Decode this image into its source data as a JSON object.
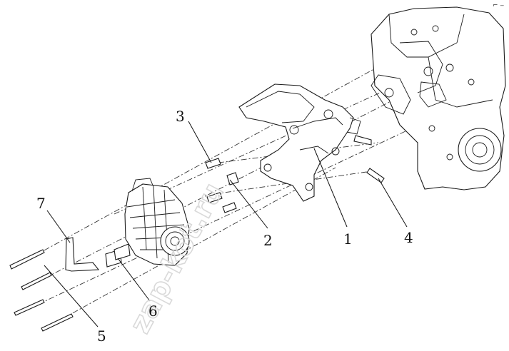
{
  "diagram": {
    "callouts": [
      {
        "id": "c1",
        "text": "1"
      },
      {
        "id": "c2",
        "text": "2"
      },
      {
        "id": "c3",
        "text": "3"
      },
      {
        "id": "c4",
        "text": "4"
      },
      {
        "id": "c5",
        "text": "5"
      },
      {
        "id": "c6",
        "text": "6"
      },
      {
        "id": "c7",
        "text": "7"
      }
    ],
    "watermark": "zap-kot.ru",
    "corner_mark": "⌐ ‒"
  }
}
